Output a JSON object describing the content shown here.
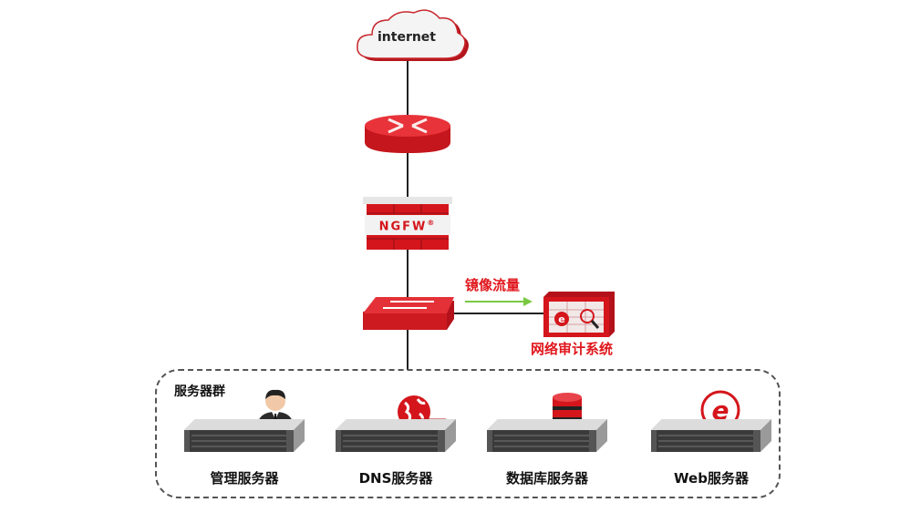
{
  "diagram": {
    "internet": {
      "label": "internet"
    },
    "router": {
      "icon": "router-icon"
    },
    "firewall": {
      "label": "NGFW",
      "mark": "®"
    },
    "switch": {
      "icon": "switch-icon"
    },
    "mirror": {
      "label": "镜像流量",
      "arrow_color": "#7ac943"
    },
    "audit": {
      "label": "网络审计系统"
    },
    "server_group": {
      "title": "服务器群",
      "servers": [
        {
          "label": "管理服务器",
          "badge": "admin-user-icon"
        },
        {
          "label": "DNS服务器",
          "badge": "globe-icon"
        },
        {
          "label": "数据库服务器",
          "badge": "database-icon"
        },
        {
          "label": "Web服务器",
          "badge": "internet-explorer-icon"
        }
      ]
    },
    "colors": {
      "accent": "#e0161c",
      "line": "#222222",
      "dash": "#555555"
    }
  }
}
